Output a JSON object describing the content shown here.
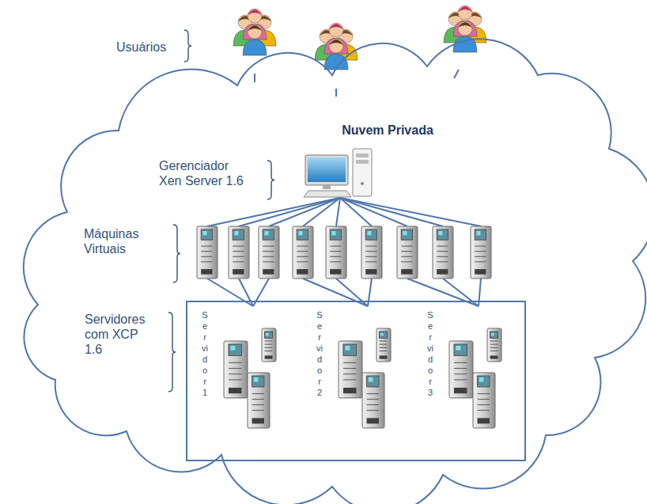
{
  "diagram": {
    "nodes": [
      {
        "text": [
          "Nuvem Privada"
        ]
      },
      {
        "text": [
          "Gerenciador Xen Server 1.6"
        ],
        "in": 0
      },
      {
        "text": [
          "Máquinas Virtuais"
        ],
        "in": 0
      },
      {
        "text": [
          "Servidores com XCP 1.6"
        ],
        "in": 0
      },
      {
        "text": [
          "Servidor1"
        ],
        "in": 3
      },
      {
        "text": [
          "Servidor2"
        ],
        "in": 3
      },
      {
        "text": [
          "Servidor3"
        ],
        "in": 3
      }
    ],
    "edges": [
      {
        "from": 1,
        "to": 2,
        "arrow": "none"
      },
      {
        "from": 2,
        "to": 4,
        "arrow": "none"
      },
      {
        "from": 2,
        "to": 5,
        "arrow": "none"
      },
      {
        "from": 2,
        "to": 6,
        "arrow": "none"
      }
    ],
    "labels": [
      "Usuários"
    ]
  }
}
